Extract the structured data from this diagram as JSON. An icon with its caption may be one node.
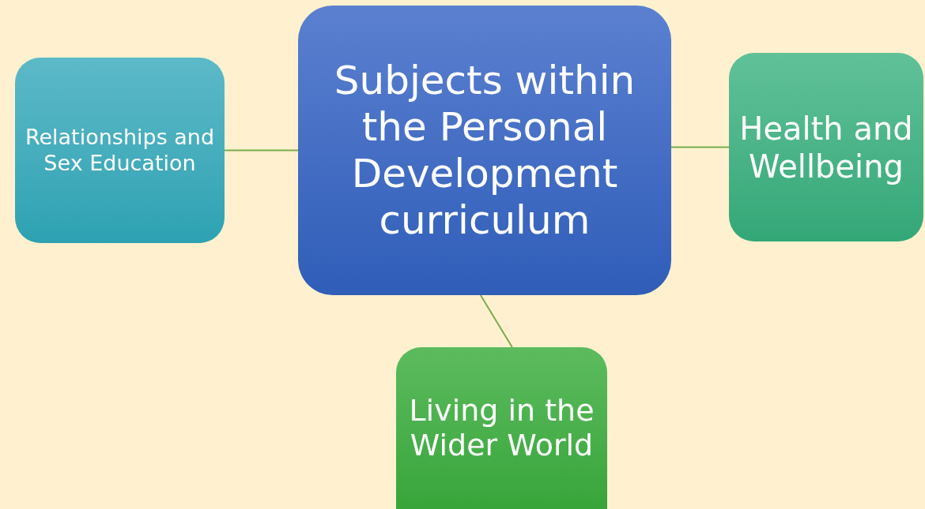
{
  "diagram": {
    "nodes": [
      {
        "text": [
          "Subjects within the Personal Development curriculum"
        ]
      },
      {
        "text": [
          "Relationships and Sex Education"
        ]
      },
      {
        "text": [
          "Health and Wellbeing"
        ]
      },
      {
        "text": [
          "Living in the Wider World"
        ]
      }
    ],
    "edges": [
      {
        "from": 0,
        "to": 1,
        "arrow": "none"
      },
      {
        "from": 0,
        "to": 2,
        "arrow": "none"
      },
      {
        "from": 0,
        "to": 3,
        "arrow": "none"
      }
    ]
  }
}
